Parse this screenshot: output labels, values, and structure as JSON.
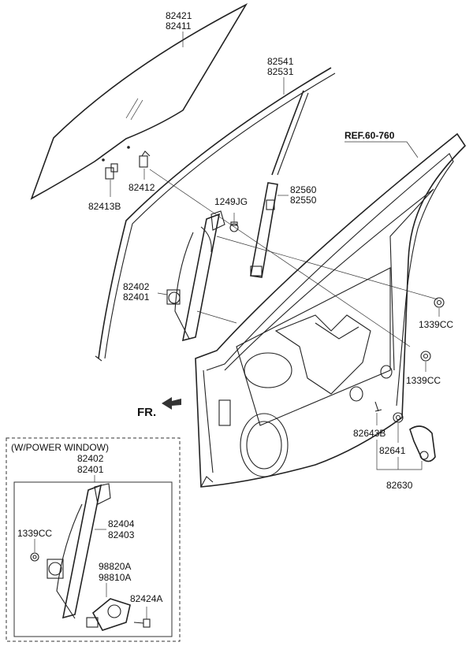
{
  "labels": {
    "glass": [
      "82421",
      "82411"
    ],
    "glass_clip_left": "82413B",
    "glass_clip_right": "82412",
    "run_channel": [
      "82541",
      "82531"
    ],
    "rear_channel": [
      "82560",
      "82550"
    ],
    "bolt": "1249JG",
    "regulator": [
      "82402",
      "82401"
    ],
    "reference": "REF.60-760",
    "nut_upper": "1339CC",
    "nut_lower": "1339CC",
    "front_indicator": "FR.",
    "handle_clip": "82643B",
    "handle_knob": "82641",
    "handle_assembly": "82630"
  },
  "power_window": {
    "title": "(W/POWER WINDOW)",
    "regulator": [
      "82402",
      "82401"
    ],
    "nut": "1339CC",
    "cable": [
      "82404",
      "82403"
    ],
    "motor": [
      "98820A",
      "98810A"
    ],
    "connector": "82424A"
  },
  "colors": {
    "stroke": "#222222",
    "background": "#ffffff"
  }
}
